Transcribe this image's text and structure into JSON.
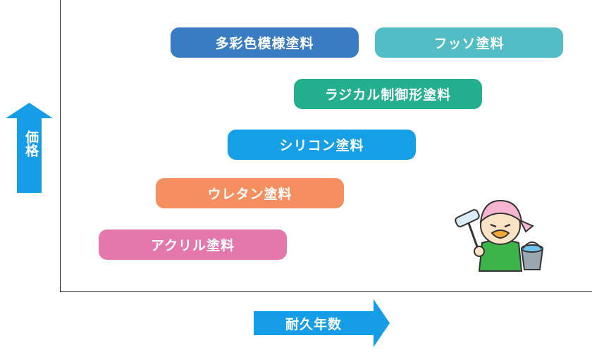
{
  "y_axis": {
    "label": "価格"
  },
  "x_axis": {
    "label": "耐久年数"
  },
  "paints": [
    {
      "label": "多彩色模様塗料",
      "color": "#3a7cc2"
    },
    {
      "label": "フッソ塗料",
      "color": "#52bdc4"
    },
    {
      "label": "ラジカル制御形塗料",
      "color": "#22b08e"
    },
    {
      "label": "シリコン塗料",
      "color": "#159fe6"
    },
    {
      "label": "ウレタン塗料",
      "color": "#f58f5f"
    },
    {
      "label": "アクリル塗料",
      "color": "#e478ad"
    }
  ],
  "colors": {
    "axis_arrow": "#169de8",
    "axis_line": "#222222"
  },
  "mascot_icon": "painter-character-icon"
}
